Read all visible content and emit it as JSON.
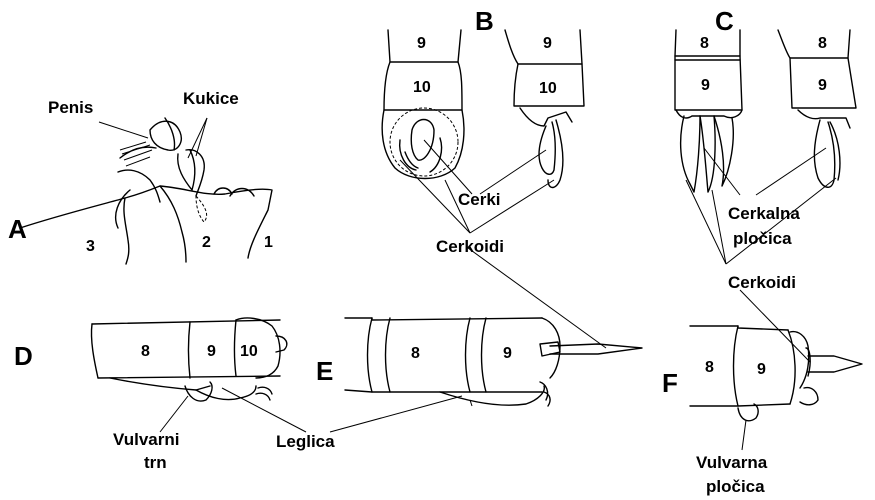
{
  "panels": {
    "a": {
      "letter": "A",
      "labels": {
        "penis": "Penis",
        "kukice": "Kukice"
      },
      "segments": [
        "3",
        "2",
        "1"
      ]
    },
    "b": {
      "letter": "B",
      "labels": {
        "cerki": "Cerki"
      },
      "segments": [
        "9",
        "10",
        "9",
        "10"
      ]
    },
    "c": {
      "letter": "C",
      "labels": {
        "cerkalna_1": "Cerkalna",
        "cerkalna_2": "pločica"
      },
      "segments": [
        "8",
        "9",
        "8",
        "9"
      ]
    },
    "d": {
      "letter": "D",
      "labels": {
        "vulvarni_1": "Vulvarni",
        "vulvarni_2": "trn"
      },
      "segments": [
        "8",
        "9",
        "10"
      ]
    },
    "e": {
      "letter": "E",
      "segments": [
        "8",
        "9"
      ]
    },
    "f": {
      "letter": "F",
      "labels": {
        "vulvarna_1": "Vulvarna",
        "vulvarna_2": "pločica"
      },
      "segments": [
        "8",
        "9"
      ]
    }
  },
  "shared_labels": {
    "cerkoidi_b": "Cerkoidi",
    "cerkoidi_c": "Cerkoidi",
    "leglica": "Leglica"
  }
}
